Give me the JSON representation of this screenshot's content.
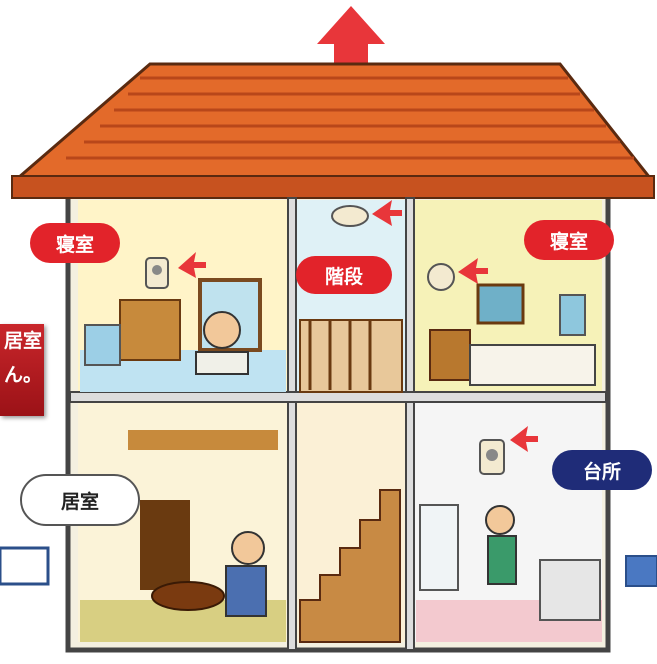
{
  "labels": {
    "bedroom_left": "寝室",
    "bedroom_right": "寝室",
    "stairs": "階段",
    "kitchen": "台所",
    "living": "居室"
  },
  "callout": {
    "line1": "居室",
    "line2": "ん。"
  },
  "colors": {
    "label_red": "#e2232a",
    "label_navy": "#1f2c78",
    "arrow_red": "#e8363a",
    "roof": "#e36a2a",
    "callout_red": "#b81c22",
    "outline_blue": "#2b4f8a",
    "marker_blue": "#4a78c2"
  },
  "icons": [
    "smoke-detector-icon",
    "pointer-arrow-icon",
    "up-arrow-icon"
  ]
}
